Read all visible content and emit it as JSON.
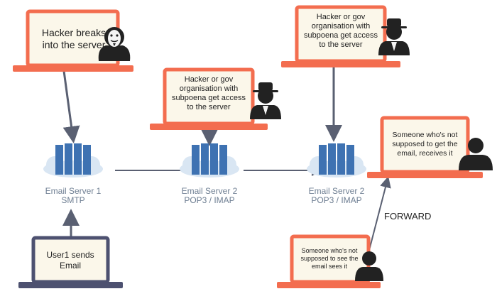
{
  "colors": {
    "laptop_orange": "#f36d4f",
    "laptop_navy": "#4d5170",
    "screen_fill": "#fbf7ea",
    "server_blue": "#3e72b2",
    "cloud": "#d9e6f3",
    "arrow": "#5a6072"
  },
  "laptops": {
    "hacker_breaks": "Hacker breaks into the server",
    "gov_middle": "Hacker or gov organisation with subpoena get access to the server",
    "gov_right": "Hacker or gov organisation with subpoena get access to the server",
    "receiver": "Someone who's not supposed to get the email, receives it",
    "sees": "Someone who's not supposed to see the email sees it",
    "user1": "User1 sends Email"
  },
  "servers": {
    "s1_name": "Email Server 1",
    "s1_proto": "SMTP",
    "s2_name": "Email Server 2",
    "s2_proto": "POP3 / IMAP",
    "s3_name": "Email Server 2",
    "s3_proto": "POP3 / IMAP"
  },
  "forward_label": "FORWARD",
  "icons": [
    "anonymous-mask-icon",
    "spy-hat-icon",
    "person-silhouette-icon"
  ]
}
